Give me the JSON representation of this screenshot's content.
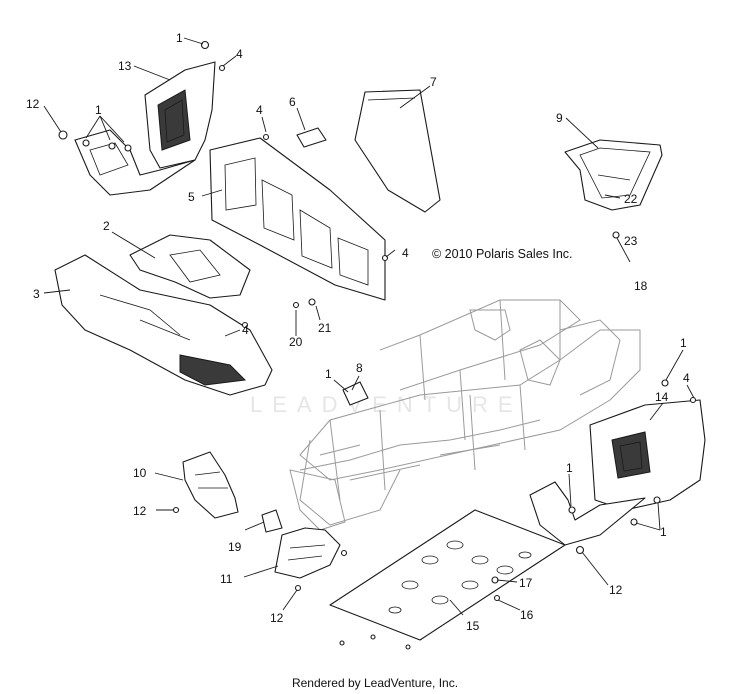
{
  "copyright": "© 2010 Polaris Sales Inc.",
  "footer": "Rendered by LeadVenture, Inc.",
  "watermark": "LEADVENTURE",
  "callouts": {
    "c1a": "1",
    "c1b": "1",
    "c1c": "1",
    "c1d": "1",
    "c1e": "1",
    "c1f": "1",
    "c2": "2",
    "c3": "3",
    "c4a": "4",
    "c4b": "4",
    "c4c": "4",
    "c4d": "4",
    "c4e": "4",
    "c5": "5",
    "c6": "6",
    "c7": "7",
    "c8": "8",
    "c9": "9",
    "c10": "10",
    "c11": "11",
    "c12a": "12",
    "c12b": "12",
    "c12c": "12",
    "c12d": "12",
    "c13": "13",
    "c14": "14",
    "c15": "15",
    "c16": "16",
    "c17": "17",
    "c18": "18",
    "c19": "19",
    "c20": "20",
    "c21": "21",
    "c22": "22",
    "c23": "23"
  }
}
